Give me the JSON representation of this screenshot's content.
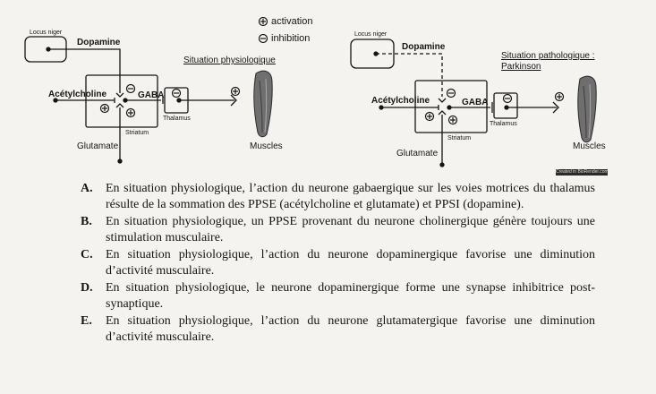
{
  "legend": {
    "activation": "activation",
    "inhibition": "inhibition"
  },
  "diagram_left": {
    "locus_niger": "Locus niger",
    "dopamine": "Dopamine",
    "acetylcholine": "Acétylcholine",
    "gaba": "GABA",
    "striatum": "Striatum",
    "thalamus": "Thalamus",
    "glutamate": "Glutamate",
    "muscles": "Muscles",
    "situation": "Situation physiologique"
  },
  "diagram_right": {
    "locus_niger": "Locus niger",
    "dopamine": "Dopamine",
    "acetylcholine": "Acétylcholine",
    "gaba": "GABA",
    "striatum": "Striatum",
    "thalamus": "Thalamus",
    "glutamate": "Glutamate",
    "muscles": "Muscles",
    "situation_line1": "Situation pathologique :",
    "situation_line2": "Parkinson"
  },
  "credit": "Created in BioRender.com",
  "questions": [
    {
      "letter": "A.",
      "text": "En situation physiologique, l’action du neurone gabaergique sur les voies motrices du thalamus résulte de la sommation des PPSE (acétylcholine et glutamate) et PPSI (dopamine)."
    },
    {
      "letter": "B.",
      "text": "En situation physiologique, un PPSE provenant du neurone cholinergique génère toujours une stimulation musculaire."
    },
    {
      "letter": "C.",
      "text": "En situation physiologique, l’action du neurone dopaminergique favorise une diminution d’activité musculaire."
    },
    {
      "letter": "D.",
      "text": "En situation physiologique, le neurone dopaminergique forme une synapse inhibitrice post-synaptique."
    },
    {
      "letter": "E.",
      "text": "En situation physiologique, l’action du neurone glutamatergique favorise une diminution d’activité musculaire."
    }
  ]
}
